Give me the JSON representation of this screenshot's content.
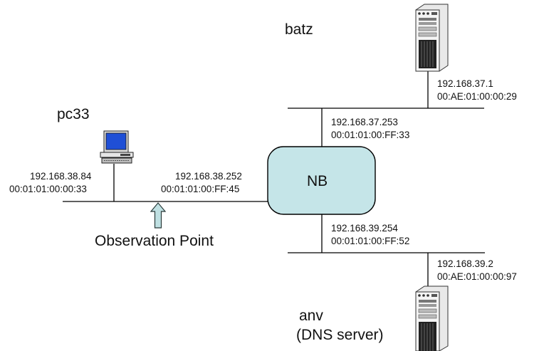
{
  "router": {
    "label": "NB"
  },
  "hosts": {
    "batz": {
      "name": "batz",
      "ip": "192.168.37.1",
      "mac": "00:AE:01:00:00:29"
    },
    "pc33": {
      "name": "pc33",
      "ip": "192.168.38.84",
      "mac": "00:01:01:00:00:33"
    },
    "anv": {
      "name": "anv",
      "role": "(DNS server)",
      "ip": "192.168.39.2",
      "mac": "00:AE:01:00:00:97"
    }
  },
  "interfaces": {
    "top": {
      "ip": "192.168.37.253",
      "mac": "00:01:01:00:FF:33"
    },
    "left": {
      "ip": "192.168.38.252",
      "mac": "00:01:01:00:FF:45"
    },
    "bottom": {
      "ip": "192.168.39.254",
      "mac": "00:01:01:00:FF:52"
    }
  },
  "observation": {
    "label": "Observation Point"
  },
  "colors": {
    "router_fill": "#c5e5e8",
    "arrow_fill": "#bfe0e2",
    "line": "#000000",
    "server_body": "#f2f2f2",
    "monitor_screen": "#1f4fd6"
  }
}
